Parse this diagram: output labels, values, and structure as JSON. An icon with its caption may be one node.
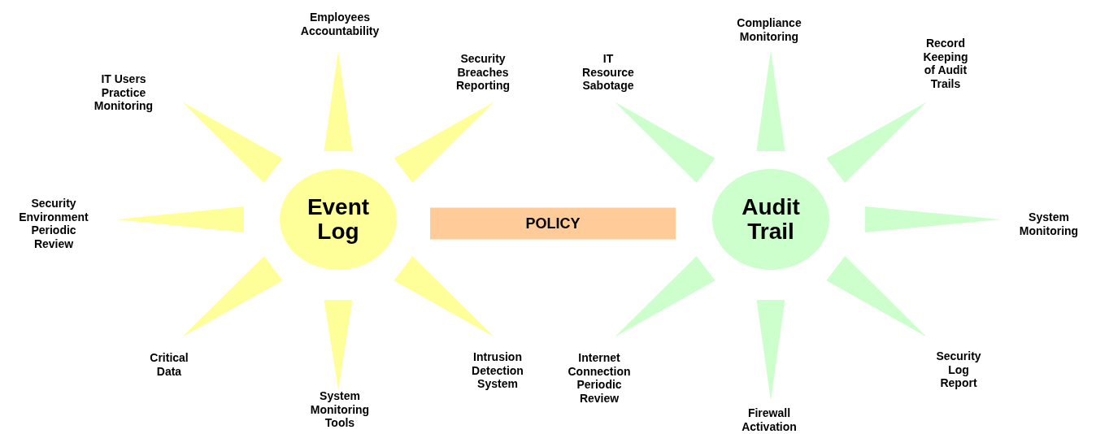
{
  "diagram": {
    "nodes": [
      {
        "text": [
          "Event Log"
        ]
      },
      {
        "text": [
          "POLICY"
        ]
      },
      {
        "text": [
          "Audit Trail"
        ]
      },
      {
        "text": [
          "Employees Accountability"
        ]
      },
      {
        "text": [
          "IT Users Practice Monitoring"
        ]
      },
      {
        "text": [
          "Security Breaches Reporting"
        ]
      },
      {
        "text": [
          "Security Environment Periodic Review"
        ]
      },
      {
        "text": [
          "Critical Data"
        ]
      },
      {
        "text": [
          "System Monitoring Tools"
        ]
      },
      {
        "text": [
          "Intrusion Detection System"
        ]
      },
      {
        "text": [
          "Compliance Monitoring"
        ]
      },
      {
        "text": [
          "IT Resource Sabotage"
        ]
      },
      {
        "text": [
          "Record Keeping of Audit Trails"
        ]
      },
      {
        "text": [
          "System Monitoring"
        ]
      },
      {
        "text": [
          "Internet Connection Periodic Review"
        ]
      },
      {
        "text": [
          "Firewall Activation"
        ]
      },
      {
        "text": [
          "Security Log Report"
        ]
      }
    ],
    "edges": [
      {
        "from": 0,
        "to": 3,
        "arrow": "none",
        "color": "#ffff99"
      },
      {
        "from": 0,
        "to": 4,
        "arrow": "none",
        "color": "#ffff99"
      },
      {
        "from": 0,
        "to": 5,
        "arrow": "none",
        "color": "#ffff99"
      },
      {
        "from": 0,
        "to": 6,
        "arrow": "none",
        "color": "#ffff99"
      },
      {
        "from": 0,
        "to": 7,
        "arrow": "none",
        "color": "#ffff99"
      },
      {
        "from": 0,
        "to": 8,
        "arrow": "none",
        "color": "#ffff99"
      },
      {
        "from": 0,
        "to": 9,
        "arrow": "none",
        "color": "#ffff99"
      },
      {
        "from": 2,
        "to": 10,
        "arrow": "none",
        "color": "#ccffcc"
      },
      {
        "from": 2,
        "to": 11,
        "arrow": "none",
        "color": "#ccffcc"
      },
      {
        "from": 2,
        "to": 12,
        "arrow": "none",
        "color": "#ccffcc"
      },
      {
        "from": 2,
        "to": 13,
        "arrow": "none",
        "color": "#ccffcc"
      },
      {
        "from": 2,
        "to": 14,
        "arrow": "none",
        "color": "#ccffcc"
      },
      {
        "from": 2,
        "to": 15,
        "arrow": "none",
        "color": "#ccffcc"
      },
      {
        "from": 2,
        "to": 16,
        "arrow": "none",
        "color": "#ccffcc"
      }
    ]
  }
}
